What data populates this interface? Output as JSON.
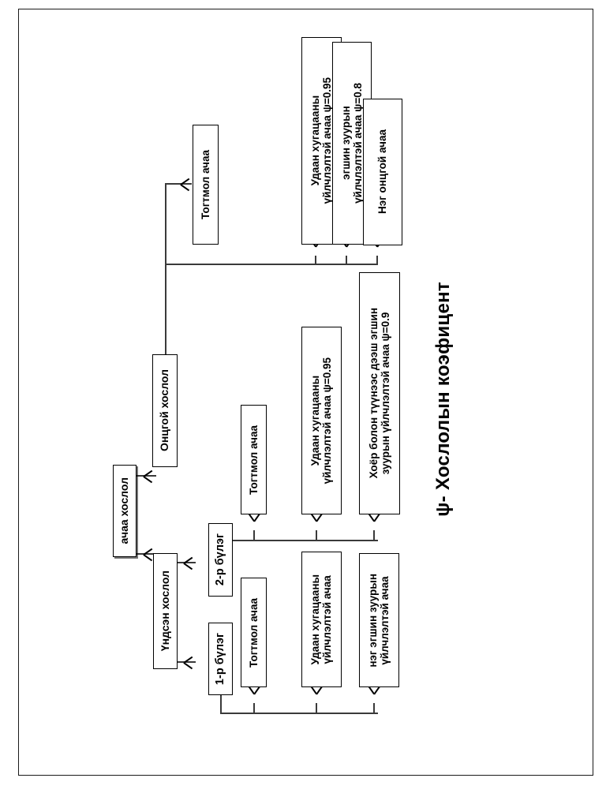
{
  "diagram": {
    "title": "ψ- Хослолын коэфицент",
    "orientation": "vertical-text-rotated-90",
    "root": {
      "label": "ачаа хослол"
    },
    "branches": {
      "special": {
        "label": "Онцгой хослол"
      },
      "main": {
        "label": "Үндсэн хослол"
      }
    },
    "groups": {
      "group1": {
        "label": "1-р бүлэг"
      },
      "group2": {
        "label": "2-р бүлэг"
      }
    },
    "special_children": [
      {
        "label": "Тогтмол ачаа"
      },
      {
        "label": "Удаан хугацааны\nүйлчлэлтэй ачаа ψ=0.95"
      },
      {
        "label": "эгшин зуурын\nүйлчлэлтэй ачаа ψ=0.8"
      },
      {
        "label": "Нэг онцгой ачаа"
      }
    ],
    "group2_children": [
      {
        "label": "Тогтмол ачаа"
      },
      {
        "label": "Удаан хугацааны\nүйлчлэлтэй ачаа ψ=0.95"
      },
      {
        "label": "Хоёр болон түүнээс дээш  эгшин\nзуурын үйлчлэлтэй ачаа ψ=0.9"
      }
    ],
    "group1_children": [
      {
        "label": "Тогтмол ачаа"
      },
      {
        "label": "Удаан хугацааны\nүйлчлэлтэй ачаа"
      },
      {
        "label": "нэг эгшин зуурын\nүйлчлэлтэй ачаа"
      }
    ],
    "colors": {
      "line": "#3a3a3a",
      "border": "#000000",
      "background": "#ffffff",
      "text": "#000000"
    }
  }
}
